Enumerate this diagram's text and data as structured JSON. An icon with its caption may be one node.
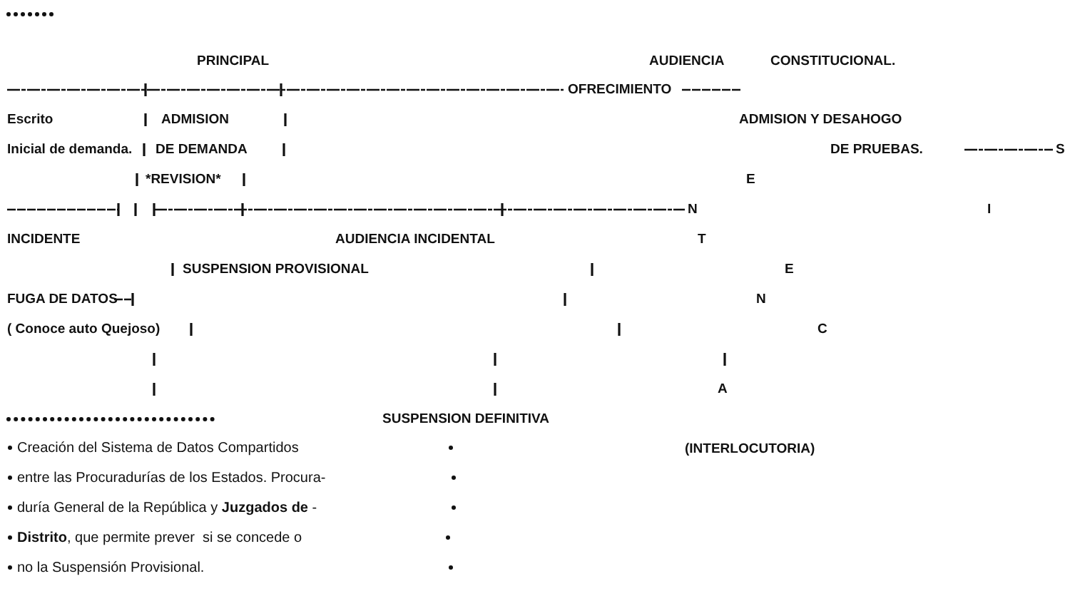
{
  "diagram": {
    "labels": [
      "PRINCIPAL",
      "AUDIENCIA",
      "CONSTITUCIONAL.",
      "OFRECIMIENTO",
      "Escrito",
      "ADMISION",
      "ADMISION Y DESAHOGO",
      "Inicial de demanda.",
      "DE DEMANDA",
      "DE PRUEBAS.",
      "S",
      "*REVISION*",
      "E",
      "N",
      "I",
      "INCIDENTE",
      "AUDIENCIA INCIDENTAL",
      "T",
      "SUSPENSION PROVISIONAL",
      "E",
      "FUGA DE DATOS",
      "N",
      "( Conoce auto Quejoso)",
      "C",
      "A",
      "SUSPENSION DEFINITIVA",
      "Creación del Sistema de Datos Compartidos",
      "(INTERLOCUTORIA)",
      "entre las Procuradurías de los Estados. Procura-",
      "duría General de la República y **Juzgados de** -",
      "**Distrito**, que permite prever  si se concede o",
      "no la Suspensión Provisional."
    ]
  }
}
